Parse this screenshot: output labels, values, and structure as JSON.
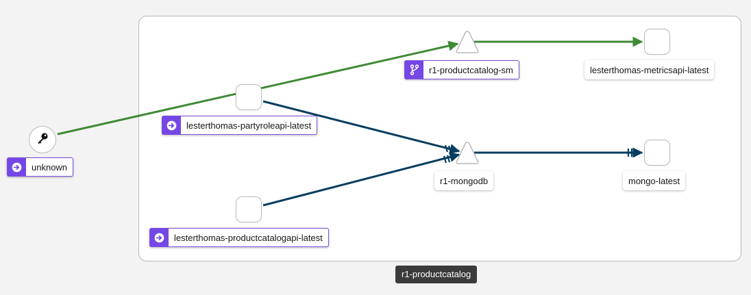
{
  "graph": {
    "group": {
      "label": "r1-productcatalog"
    },
    "nodes": {
      "unknown": {
        "label": "unknown",
        "icon": "key-icon",
        "badge_icon": "arrow-right-circle-icon"
      },
      "partyrole": {
        "label": "lesterthomas-partyroleapi-latest",
        "badge_icon": "arrow-right-circle-icon"
      },
      "productcatalogapi": {
        "label": "lesterthomas-productcatalogapi-latest",
        "badge_icon": "arrow-right-circle-icon"
      },
      "productcatalog_sm": {
        "label": "r1-productcatalog-sm",
        "badge_icon": "branch-icon"
      },
      "mongodb": {
        "label": "r1-mongodb"
      },
      "metricsapi": {
        "label": "lesterthomas-metricsapi-latest"
      },
      "mongo_latest": {
        "label": "mongo-latest"
      }
    },
    "colors": {
      "green_edge": "#3f8a35",
      "blue_edge": "#073d5f",
      "badge": "#7447e6",
      "group_label_bg": "#3b3b3b"
    }
  }
}
